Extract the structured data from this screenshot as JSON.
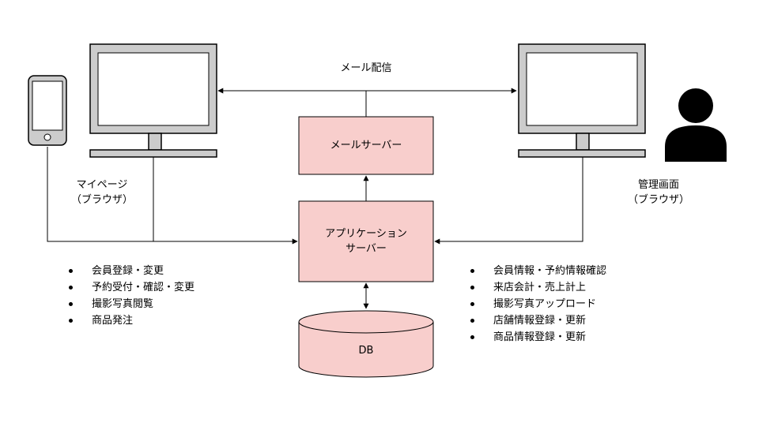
{
  "mail_delivery_label": "メール配信",
  "mail_server_label": "メールサーバー",
  "app_server_label": [
    "アプリケーション",
    "サーバー"
  ],
  "db_label": "DB",
  "mypage_label": [
    "マイページ",
    "（ブラウザ）"
  ],
  "admin_label": [
    "管理画面",
    "（ブラウザ）"
  ],
  "user_features": [
    "会員登録・変更",
    "予約受付・確認・変更",
    "撮影写真閲覧",
    "商品発注"
  ],
  "admin_features": [
    "会員情報・予約情報確認",
    "来店会計・売上計上",
    "撮影写真アップロード",
    "店舗情報登録・更新",
    "商品情報登録・更新"
  ],
  "colors": {
    "box_fill": "#f8cecc",
    "monitor_fill": "#cccccc",
    "stroke": "#000000"
  },
  "icons": [
    "smartphone-icon",
    "monitor-icon",
    "person-icon"
  ]
}
